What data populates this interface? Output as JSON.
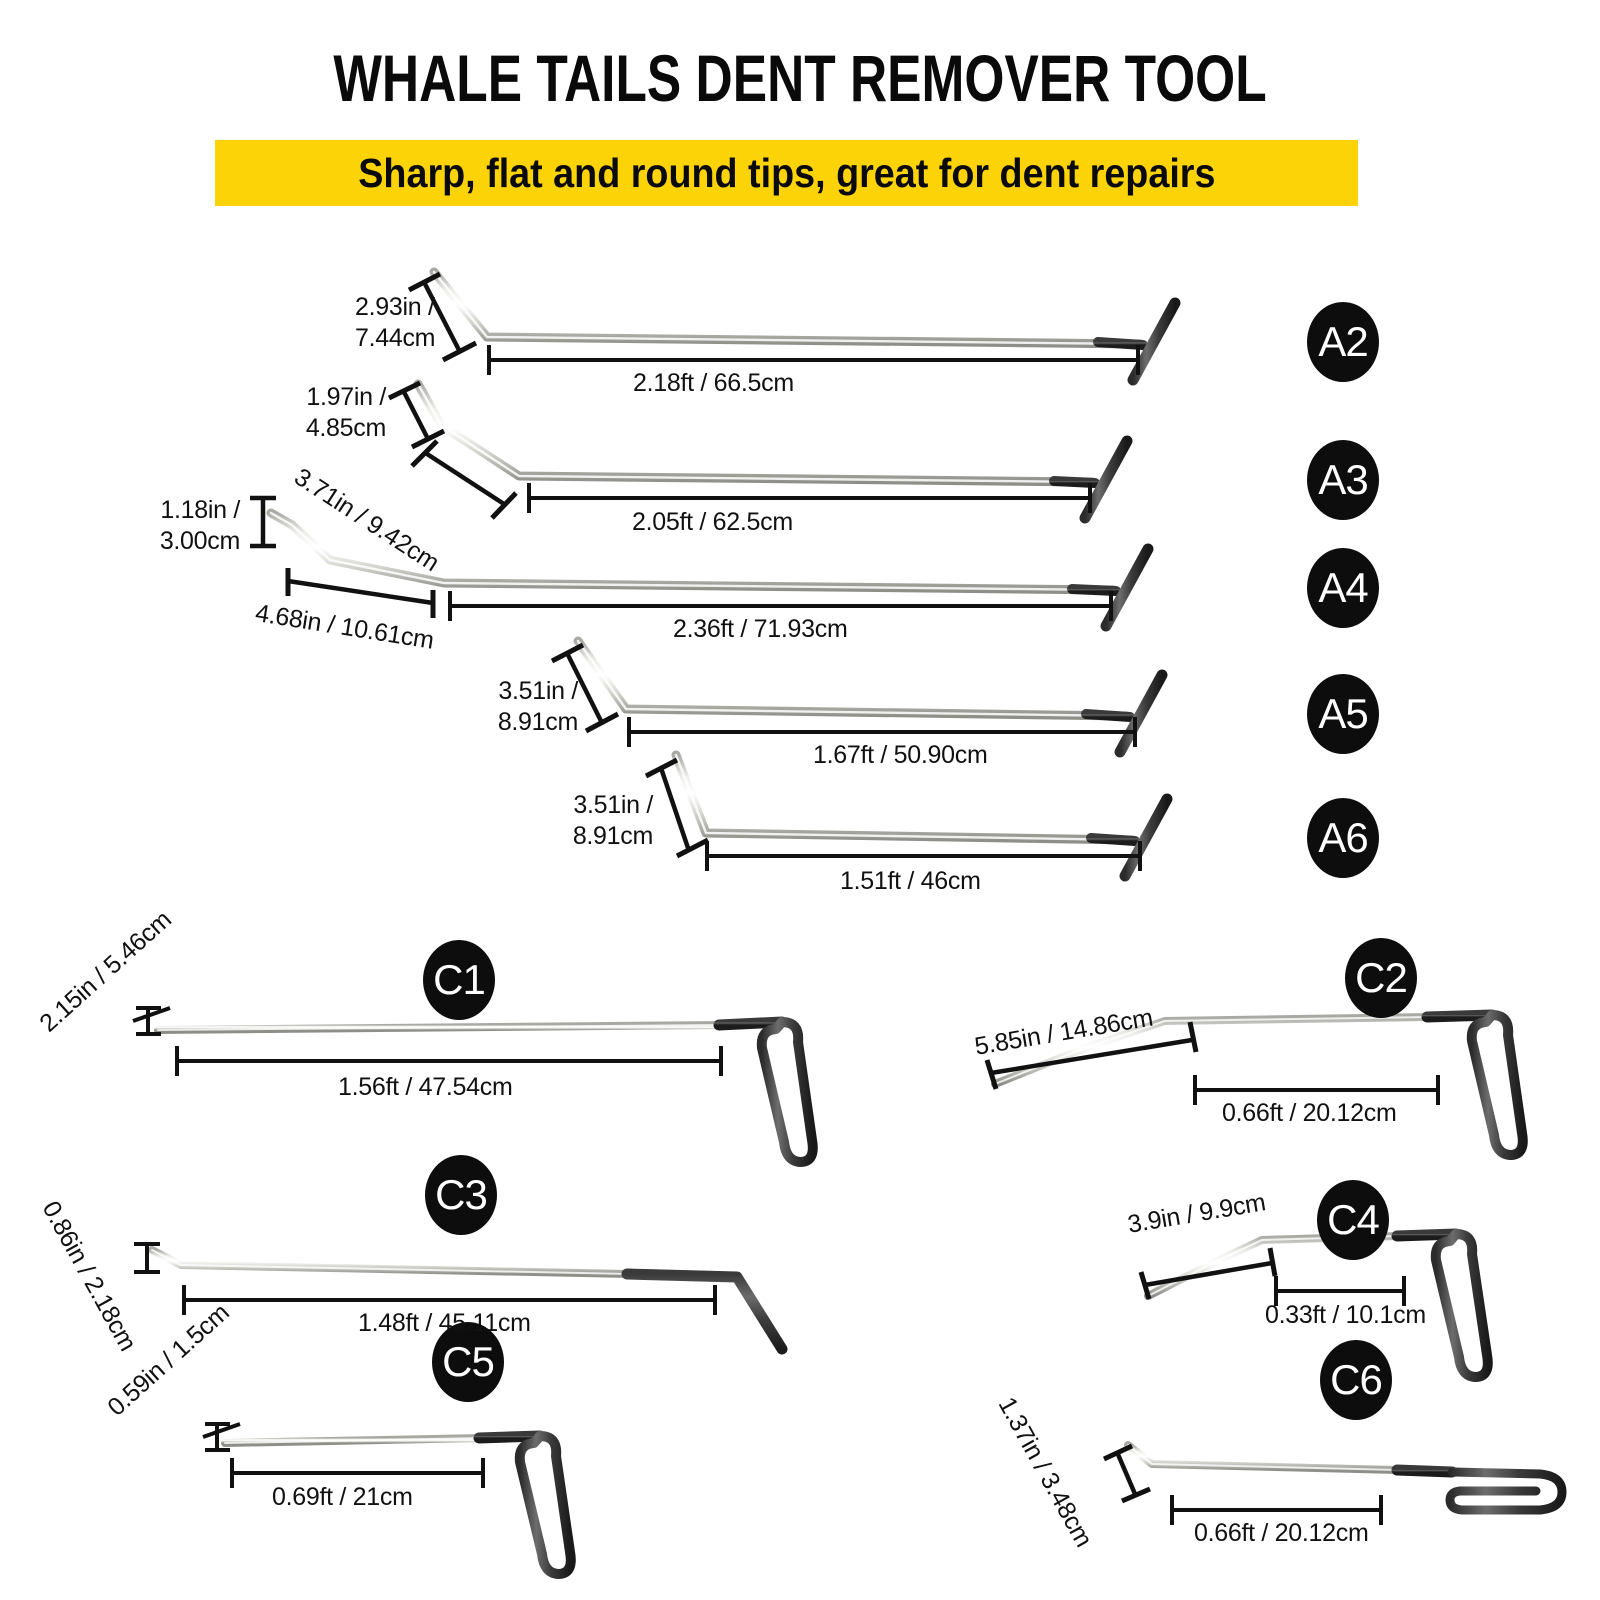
{
  "header": {
    "title": "WHALE TAILS DENT REMOVER TOOL",
    "subtitle": "Sharp, flat and round tips, great for dent repairs"
  },
  "tools": {
    "a2": {
      "badge": "A2",
      "tip_dim": "2.93in /\n7.44cm",
      "tip_dim_line1": "2.93in /",
      "tip_dim_line2": "7.44cm",
      "shaft_dim": "2.18ft / 66.5cm"
    },
    "a3": {
      "badge": "A3",
      "tip_dim_line1": "1.97in /",
      "tip_dim_line2": "4.85cm",
      "mid_dim": "3.71in / 9.42cm",
      "shaft_dim": "2.05ft / 62.5cm"
    },
    "a4": {
      "badge": "A4",
      "tip_dim_line1": "1.18in /",
      "tip_dim_line2": "3.00cm",
      "mid_dim": "4.68in / 10.61cm",
      "shaft_dim": "2.36ft / 71.93cm"
    },
    "a5": {
      "badge": "A5",
      "tip_dim_line1": "3.51in /",
      "tip_dim_line2": "8.91cm",
      "shaft_dim": "1.67ft / 50.90cm"
    },
    "a6": {
      "badge": "A6",
      "tip_dim_line1": "3.51in /",
      "tip_dim_line2": "8.91cm",
      "shaft_dim": "1.51ft / 46cm"
    },
    "c1": {
      "badge": "C1",
      "tip_dim": "2.15in / 5.46cm",
      "shaft_dim": "1.56ft / 47.54cm"
    },
    "c2": {
      "badge": "C2",
      "tip_dim": "5.85in / 14.86cm",
      "shaft_dim": "0.66ft / 20.12cm"
    },
    "c3": {
      "badge": "C3",
      "tip_dim": "0.86in / 2.18cm",
      "shaft_dim": "1.48ft / 45.11cm"
    },
    "c4": {
      "badge": "C4",
      "tip_dim": "3.9in / 9.9cm",
      "shaft_dim": "0.33ft / 10.1cm"
    },
    "c5": {
      "badge": "C5",
      "tip_dim": "0.59in / 1.5cm",
      "shaft_dim": "0.69ft / 21cm"
    },
    "c6": {
      "badge": "C6",
      "tip_dim": "1.37in / 3.48cm",
      "shaft_dim": "0.66ft / 20.12cm"
    }
  },
  "colors": {
    "accent_yellow": "#fcd307",
    "badge_black": "#0d0d0d",
    "text_black": "#111111",
    "steel_light": "#f2f2ee",
    "steel_dark": "#3b3b3b"
  }
}
